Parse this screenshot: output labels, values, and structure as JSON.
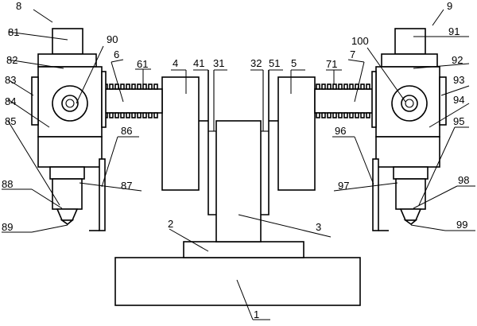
{
  "labels": {
    "l1": "1",
    "l2": "2",
    "l3": "3",
    "l4": "4",
    "l5": "5",
    "l6": "6",
    "l7": "7",
    "l8": "8",
    "l9": "9",
    "l31": "31",
    "l32": "32",
    "l41": "41",
    "l51": "51",
    "l61": "61",
    "l71": "71",
    "l81": "81",
    "l82": "82",
    "l83": "83",
    "l84": "84",
    "l85": "85",
    "l86": "86",
    "l87": "87",
    "l88": "88",
    "l89": "89",
    "l90": "90",
    "l91": "91",
    "l92": "92",
    "l93": "93",
    "l94": "94",
    "l95": "95",
    "l96": "96",
    "l97": "97",
    "l98": "98",
    "l99": "99",
    "l100": "100"
  }
}
